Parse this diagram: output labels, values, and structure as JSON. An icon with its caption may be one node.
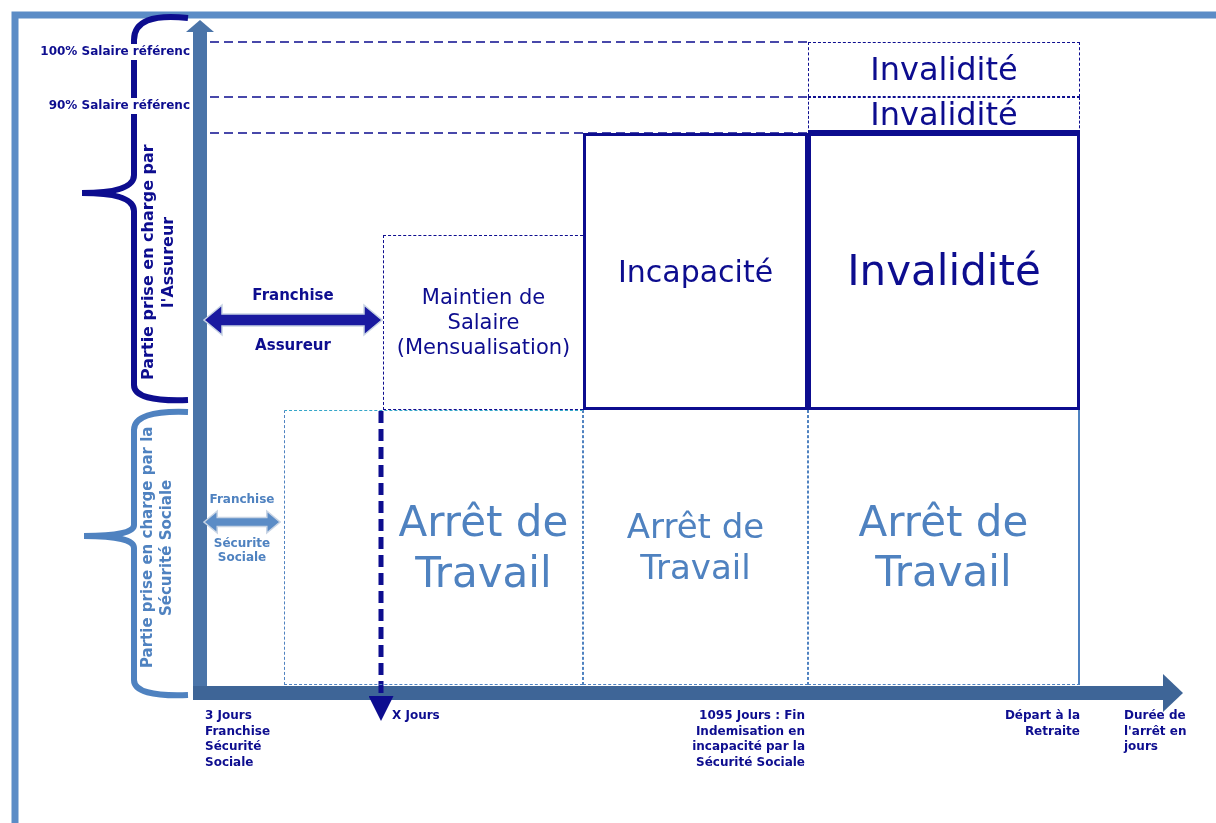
{
  "diagram": {
    "nodes": [
      {
        "text": [
          "Invalidité"
        ]
      },
      {
        "text": [
          "Invalidité"
        ]
      },
      {
        "text": [
          "Maintien de Salaire (Mensualisation)"
        ]
      },
      {
        "text": [
          "Incapacité"
        ]
      },
      {
        "text": [
          "Invalidité"
        ]
      },
      {
        "text": [
          "Arrêt de Travail"
        ]
      },
      {
        "text": [
          "Arrêt de Travail"
        ]
      },
      {
        "text": [
          "Arrêt de Travail"
        ]
      },
      {
        "text": [
          "Franchise",
          "Assureur"
        ]
      },
      {
        "text": [
          "Franchise",
          "Sécurite Sociale"
        ]
      }
    ],
    "edges": [
      {
        "from": 2,
        "to": 5,
        "arrow": "to",
        "style": "dashed"
      }
    ],
    "labels": [
      "100% Salaire référenc",
      "90% Salaire référenc",
      "Partie prise en charge par l'Assureur",
      "Partie prise en charge par la Sécurité Sociale",
      "3 Jours Franchise Sécurité Sociale",
      "X Jours",
      "1095 Jours : Fin Indemisation en incapacité par la Sécurité Sociale",
      "Départ à la Retraite",
      "Durée de l'arrêt en jours"
    ]
  }
}
